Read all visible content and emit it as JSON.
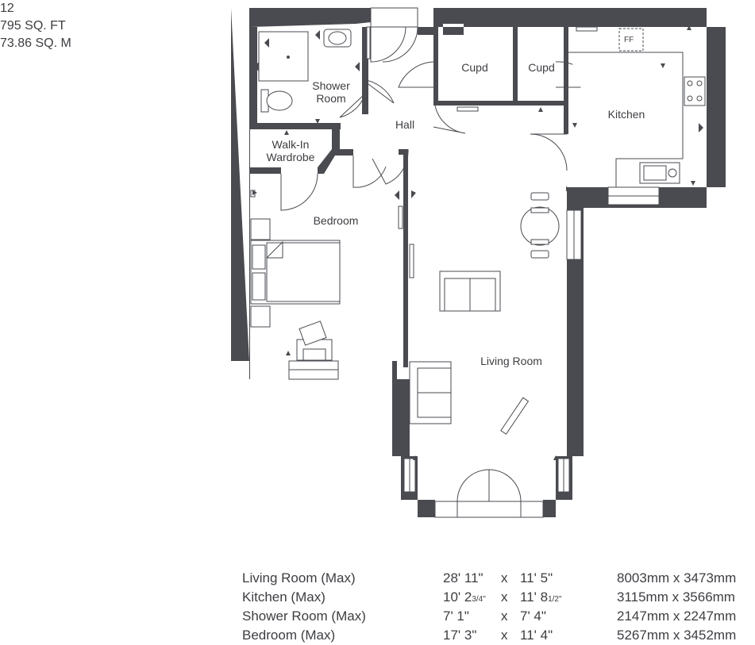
{
  "plot": {
    "number": "12",
    "area_sqft": "795 SQ. FT",
    "area_sqm": "73.86 SQ. M"
  },
  "rooms": {
    "shower": [
      "Shower",
      "Room"
    ],
    "wardrobe": [
      "Walk-In",
      "Wardrobe"
    ],
    "hall": "Hall",
    "cupd_left": "Cupd",
    "cupd_right": "Cupd",
    "kitchen": "Kitchen",
    "bedroom": "Bedroom",
    "living": "Living Room",
    "fridge": "FF"
  },
  "dimensions": [
    {
      "room": "Living Room (Max)",
      "imp_a": "28' 11\"",
      "imp_a_frac": "",
      "x": "x",
      "imp_b": "11' 5\"",
      "imp_b_frac": "",
      "metric": "8003mm x 3473mm"
    },
    {
      "room": "Kitchen (Max)",
      "imp_a": "10' 2",
      "imp_a_frac": "3/4\"",
      "x": "x",
      "imp_b": "11' 8",
      "imp_b_frac": "1/2\"",
      "metric": "3115mm x 3566mm"
    },
    {
      "room": "Shower Room (Max)",
      "imp_a": "7' 1\"",
      "imp_a_frac": "",
      "x": "x",
      "imp_b": "7' 4\"",
      "imp_b_frac": "",
      "metric": "2147mm x 2247mm"
    },
    {
      "room": "Bedroom (Max)",
      "imp_a": "17' 3\"",
      "imp_a_frac": "",
      "x": "x",
      "imp_b": "11' 4\"",
      "imp_b_frac": "",
      "metric": "5267mm x 3452mm"
    }
  ]
}
